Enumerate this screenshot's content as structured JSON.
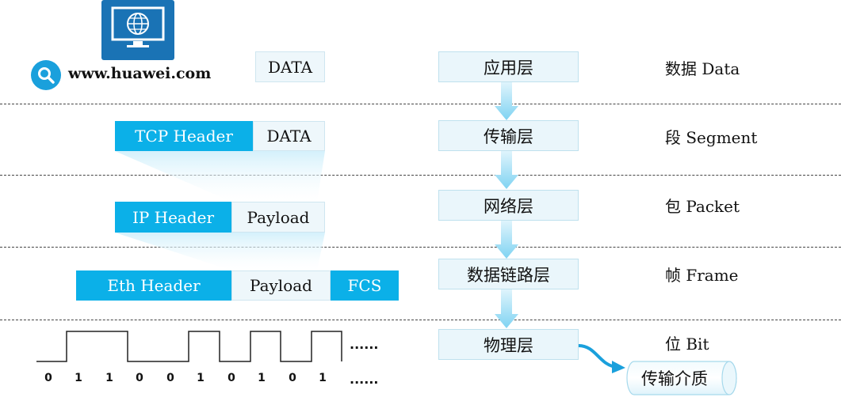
{
  "logo": {
    "url_text": "www.huawei.com",
    "icon": "monitor-globe-icon",
    "search_icon": "search-icon"
  },
  "encapsulation": {
    "application": {
      "data": "DATA"
    },
    "transport": {
      "header": "TCP Header",
      "data": "DATA"
    },
    "network": {
      "header": "IP Header",
      "payload": "Payload"
    },
    "datalink": {
      "header": "Eth Header",
      "payload": "Payload",
      "trailer": "FCS"
    }
  },
  "layers": [
    "应用层",
    "传输层",
    "网络层",
    "数据链路层",
    "物理层"
  ],
  "pdus": [
    "数据 Data",
    "段 Segment",
    "包 Packet",
    "帧 Frame",
    "位 Bit"
  ],
  "bits": [
    "0",
    "1",
    "1",
    "0",
    "0",
    "1",
    "0",
    "1",
    "0",
    "1"
  ],
  "ellipsis_wave": "......",
  "ellipsis_bits": "......",
  "medium": "传输介质",
  "colors": {
    "header": "#0bb0e8",
    "payload_bg": "#eef7fb",
    "arrow": "#7fd3f2",
    "logo": "#1a73b5",
    "medium_arrow": "#1aa0dc"
  }
}
